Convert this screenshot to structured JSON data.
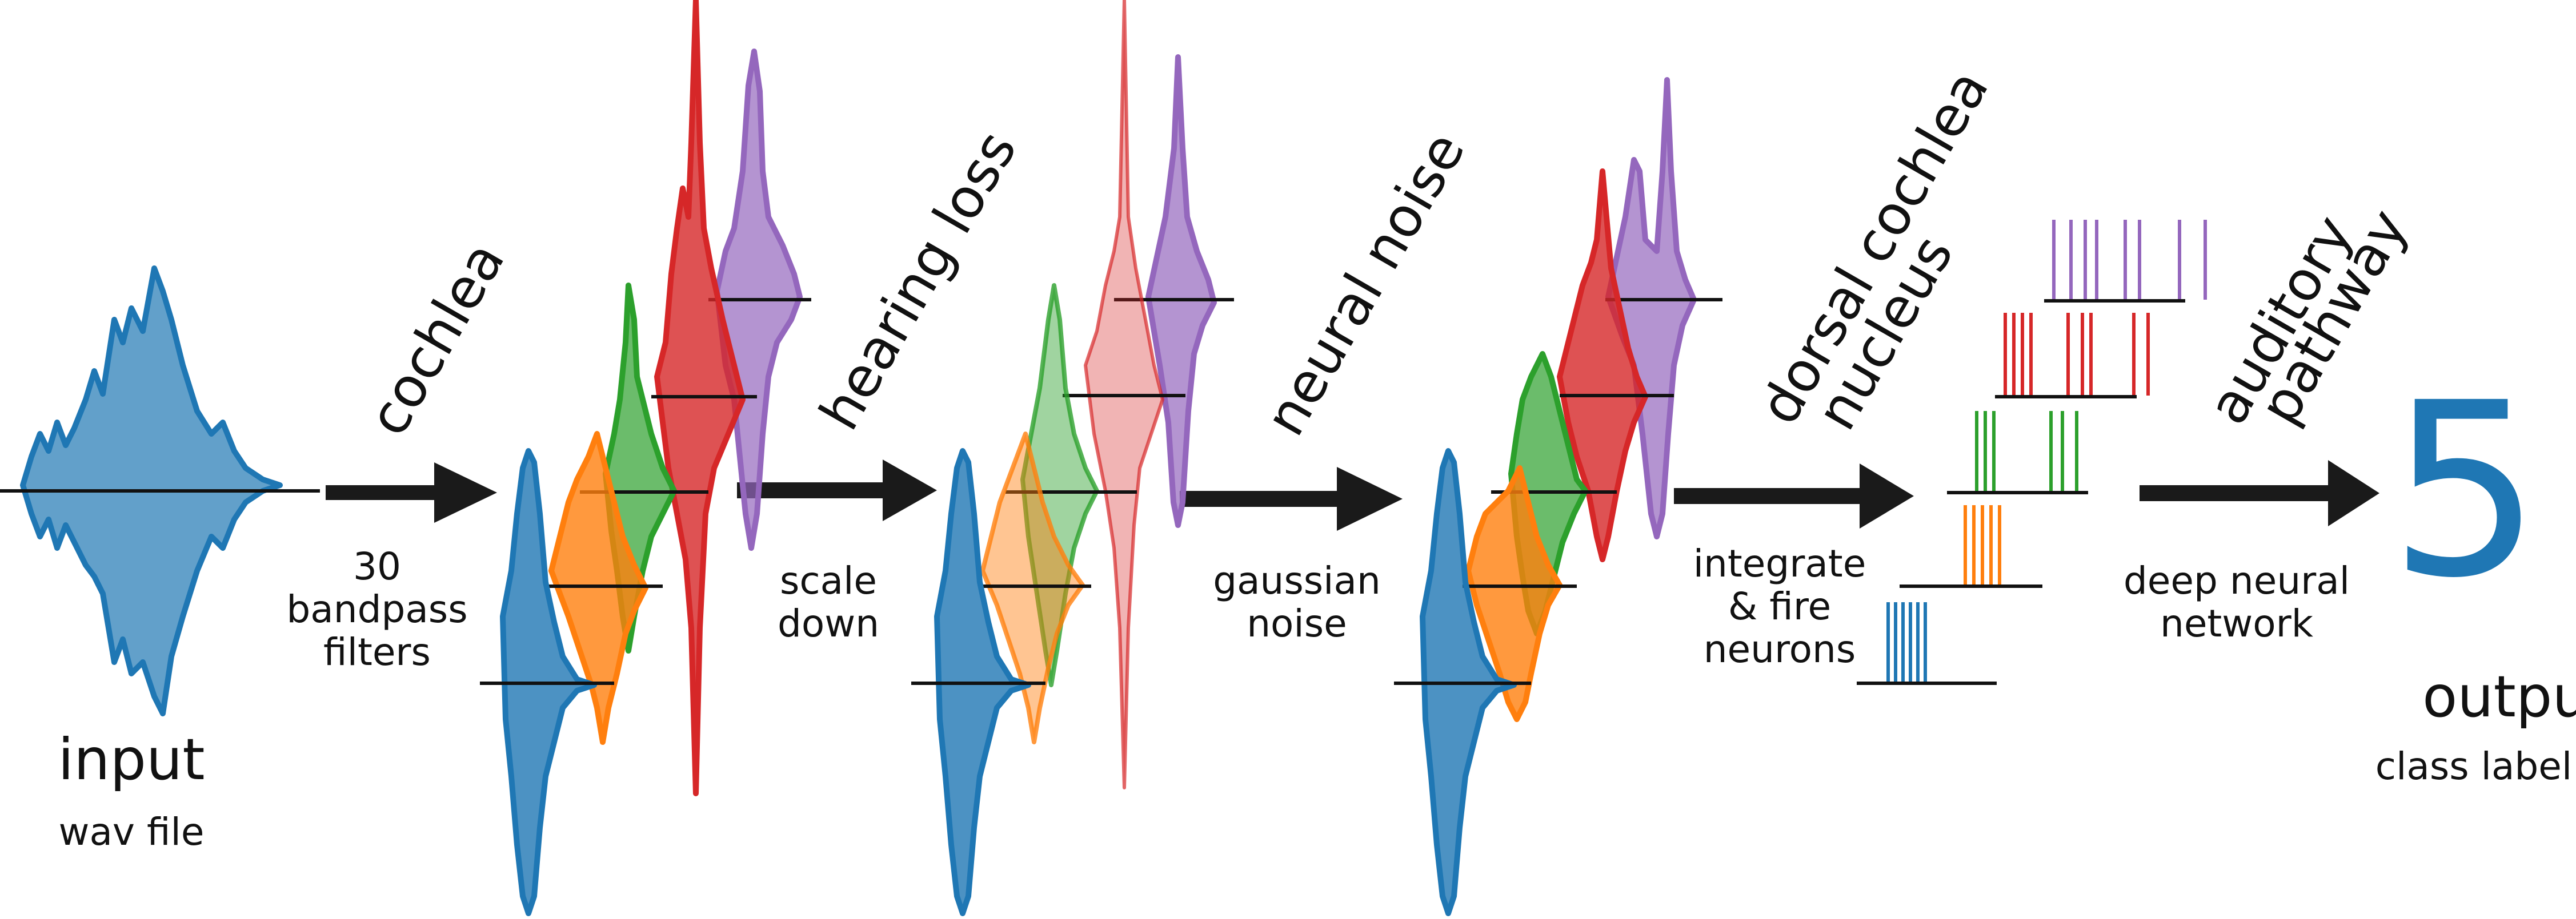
{
  "colors": {
    "blue": "#1f77b4",
    "orange": "#ff7f0e",
    "green": "#2ca02c",
    "red": "#d62728",
    "purple": "#9467bd",
    "arrow": "#1a1a1a",
    "output_digit": "#1f77b4"
  },
  "input": {
    "title": "input",
    "subtitle": "wav file"
  },
  "stages": [
    {
      "label": "cochlea",
      "caption_lines": [
        "30",
        "bandpass",
        "filters"
      ]
    },
    {
      "label": "hearing loss",
      "caption_lines": [
        "scale",
        "down"
      ]
    },
    {
      "label": "neural noise",
      "caption_lines": [
        "gaussian",
        "noise"
      ]
    },
    {
      "label_lines": [
        "dorsal cochlea",
        "nucleus"
      ],
      "caption_lines": [
        "integrate",
        "& fire",
        "neurons"
      ]
    },
    {
      "label_lines": [
        "auditory",
        "pathway"
      ],
      "caption_lines": [
        "deep neural",
        "network"
      ]
    }
  ],
  "output": {
    "digit": "5",
    "title": "output",
    "subtitle": "class label"
  },
  "icons": [
    "waveform-icon",
    "filterbank-icon",
    "spike-train-icon",
    "arrow-icon"
  ]
}
